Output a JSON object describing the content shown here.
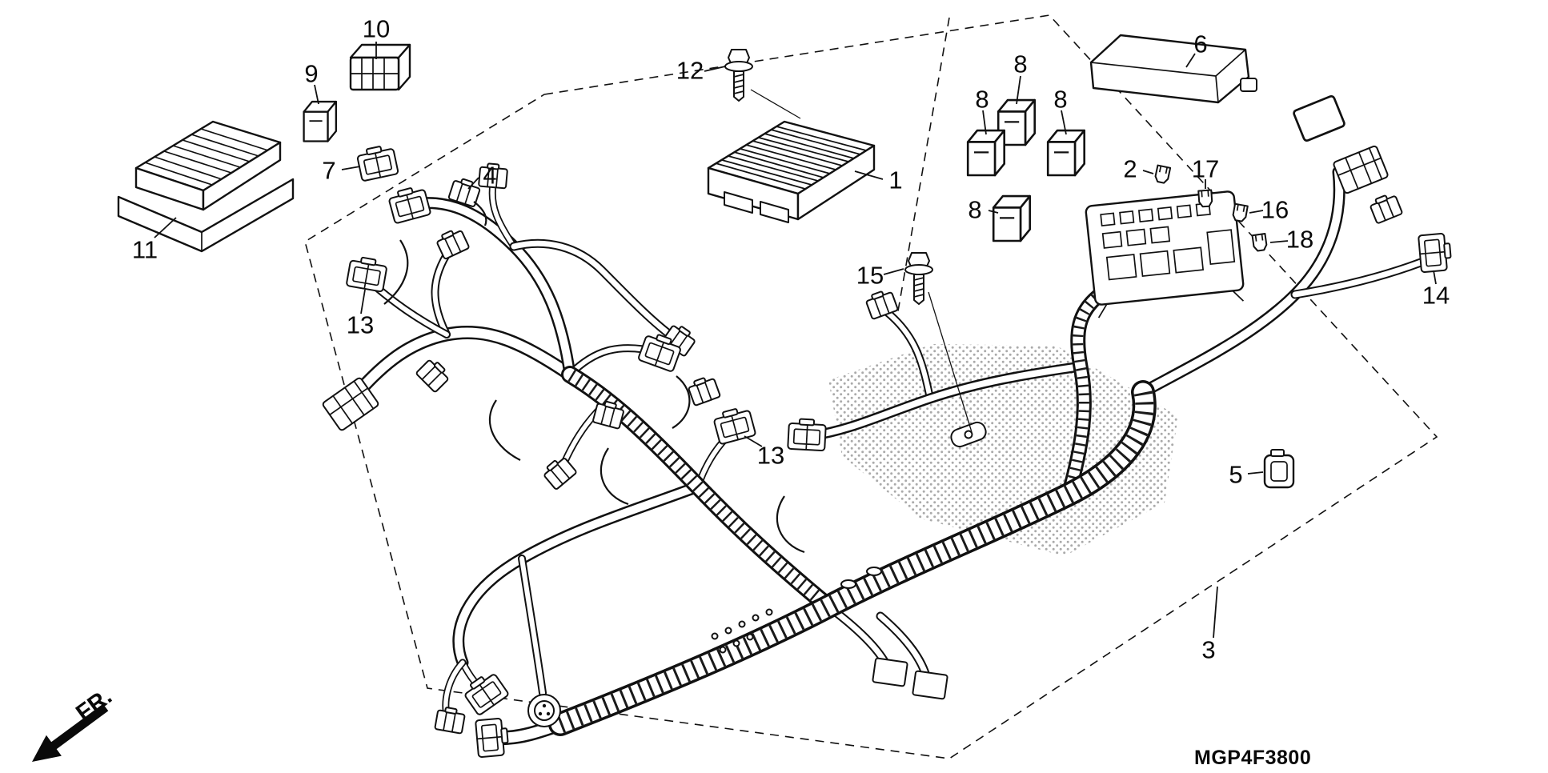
{
  "meta": {
    "diagram_code": "MGP4F3800",
    "fr_label": "FR.",
    "background_color": "#ffffff",
    "line_color": "#111111"
  },
  "callouts": [
    {
      "part": "10",
      "label": "10"
    },
    {
      "part": "9",
      "label": "9"
    },
    {
      "part": "7",
      "label": "7"
    },
    {
      "part": "11",
      "label": "11"
    },
    {
      "part": "4",
      "label": "4"
    },
    {
      "part": "12",
      "label": "12"
    },
    {
      "part": "1",
      "label": "1"
    },
    {
      "part": "6",
      "label": "6"
    },
    {
      "part": "8",
      "label": "8"
    },
    {
      "part": "8",
      "label": "8"
    },
    {
      "part": "8",
      "label": "8"
    },
    {
      "part": "8",
      "label": "8"
    },
    {
      "part": "2",
      "label": "2"
    },
    {
      "part": "17",
      "label": "17"
    },
    {
      "part": "16",
      "label": "16"
    },
    {
      "part": "18",
      "label": "18"
    },
    {
      "part": "14",
      "label": "14"
    },
    {
      "part": "15",
      "label": "15"
    },
    {
      "part": "13",
      "label": "13"
    },
    {
      "part": "13",
      "label": "13"
    },
    {
      "part": "5",
      "label": "5"
    },
    {
      "part": "3",
      "label": "3"
    }
  ]
}
